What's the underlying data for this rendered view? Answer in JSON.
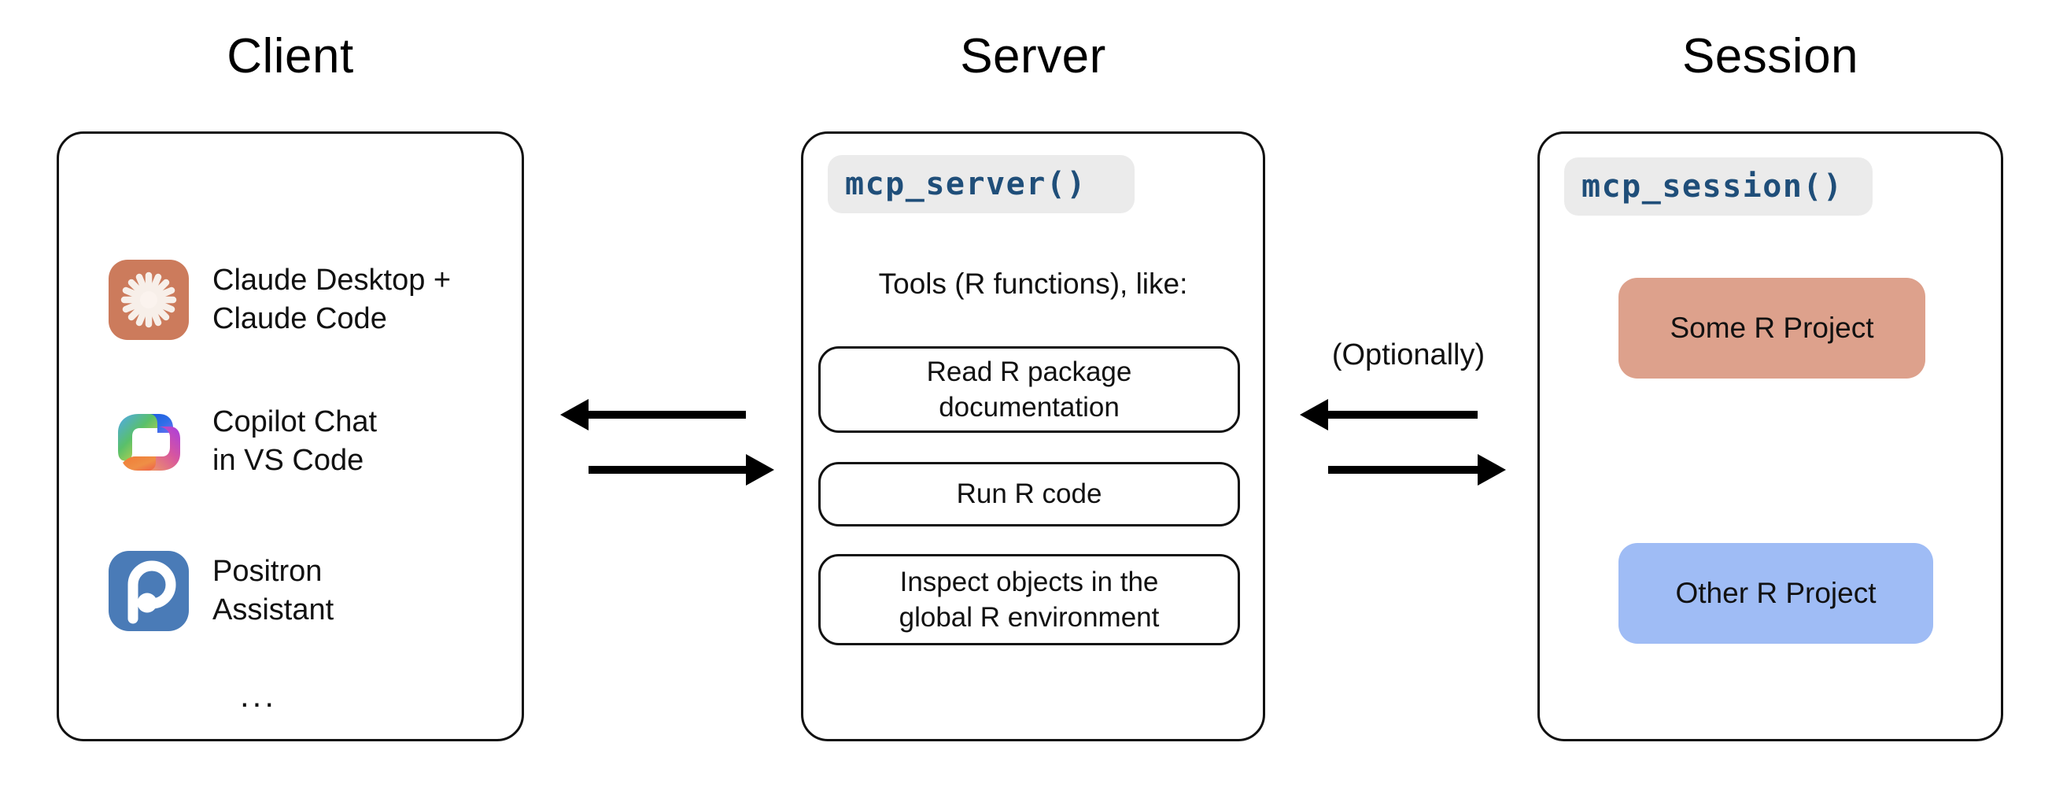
{
  "columns": {
    "client": {
      "title": "Client"
    },
    "server": {
      "title": "Server"
    },
    "session": {
      "title": "Session"
    }
  },
  "client": {
    "apps": [
      {
        "icon": "claude-logo-icon",
        "label": "Claude Desktop +\nClaude Code"
      },
      {
        "icon": "copilot-logo-icon",
        "label": "Copilot Chat\nin VS Code"
      },
      {
        "icon": "positron-logo-icon",
        "label": "Positron\nAssistant"
      }
    ],
    "ellipsis": "..."
  },
  "server": {
    "code_pill": "mcp_server()",
    "tools_caption": "Tools (R functions), like:",
    "tools": [
      "Read R package\ndocumentation",
      "Run R code",
      "Inspect objects in the\nglobal R environment"
    ]
  },
  "session": {
    "code_pill": "mcp_session()",
    "projects": [
      {
        "label": "Some R Project",
        "color": "#dda18c"
      },
      {
        "label": "Other R Project",
        "color": "#9fbcf5"
      }
    ]
  },
  "connections": {
    "client_server": {
      "note": ""
    },
    "server_session": {
      "note": "(Optionally)"
    }
  },
  "colors": {
    "claude_orange": "#cc7b5c",
    "positron_blue": "#4a7bb7",
    "code_text": "#1f4e79",
    "code_bg": "#ebebeb",
    "stroke": "#111111",
    "project_orange": "#dda18c",
    "project_blue": "#9fbcf5"
  }
}
